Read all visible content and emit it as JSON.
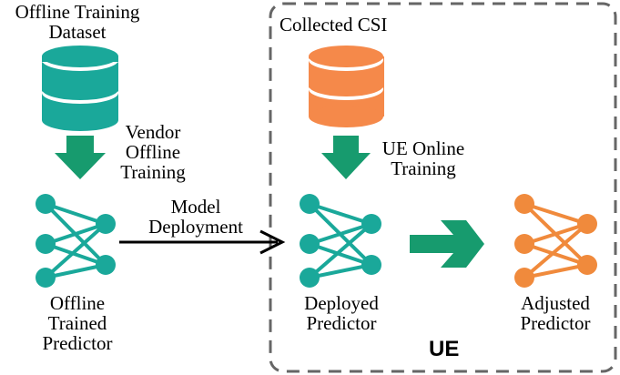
{
  "colors": {
    "teal": "#1aa89a",
    "green_arrow": "#179b6e",
    "orange": "#f5894a",
    "network_orange": "#f08a3c",
    "border": "#666666"
  },
  "left": {
    "dataset_label": [
      "Offline Training",
      "Dataset"
    ],
    "training_label": [
      "Vendor",
      "Offline",
      "Training"
    ],
    "predictor_label": [
      "Offline",
      "Trained",
      "Predictor"
    ],
    "database_icon": "database-icon",
    "network_icon": "neural-network-icon"
  },
  "deployment": {
    "label": [
      "Model",
      "Deployment"
    ]
  },
  "ue_box": {
    "title": "Collected CSI",
    "online_training_label": [
      "UE Online",
      "Training"
    ],
    "deployed_label": [
      "Deployed",
      "Predictor"
    ],
    "adjusted_label": [
      "Adjusted",
      "Predictor"
    ],
    "ue_label": "UE"
  }
}
